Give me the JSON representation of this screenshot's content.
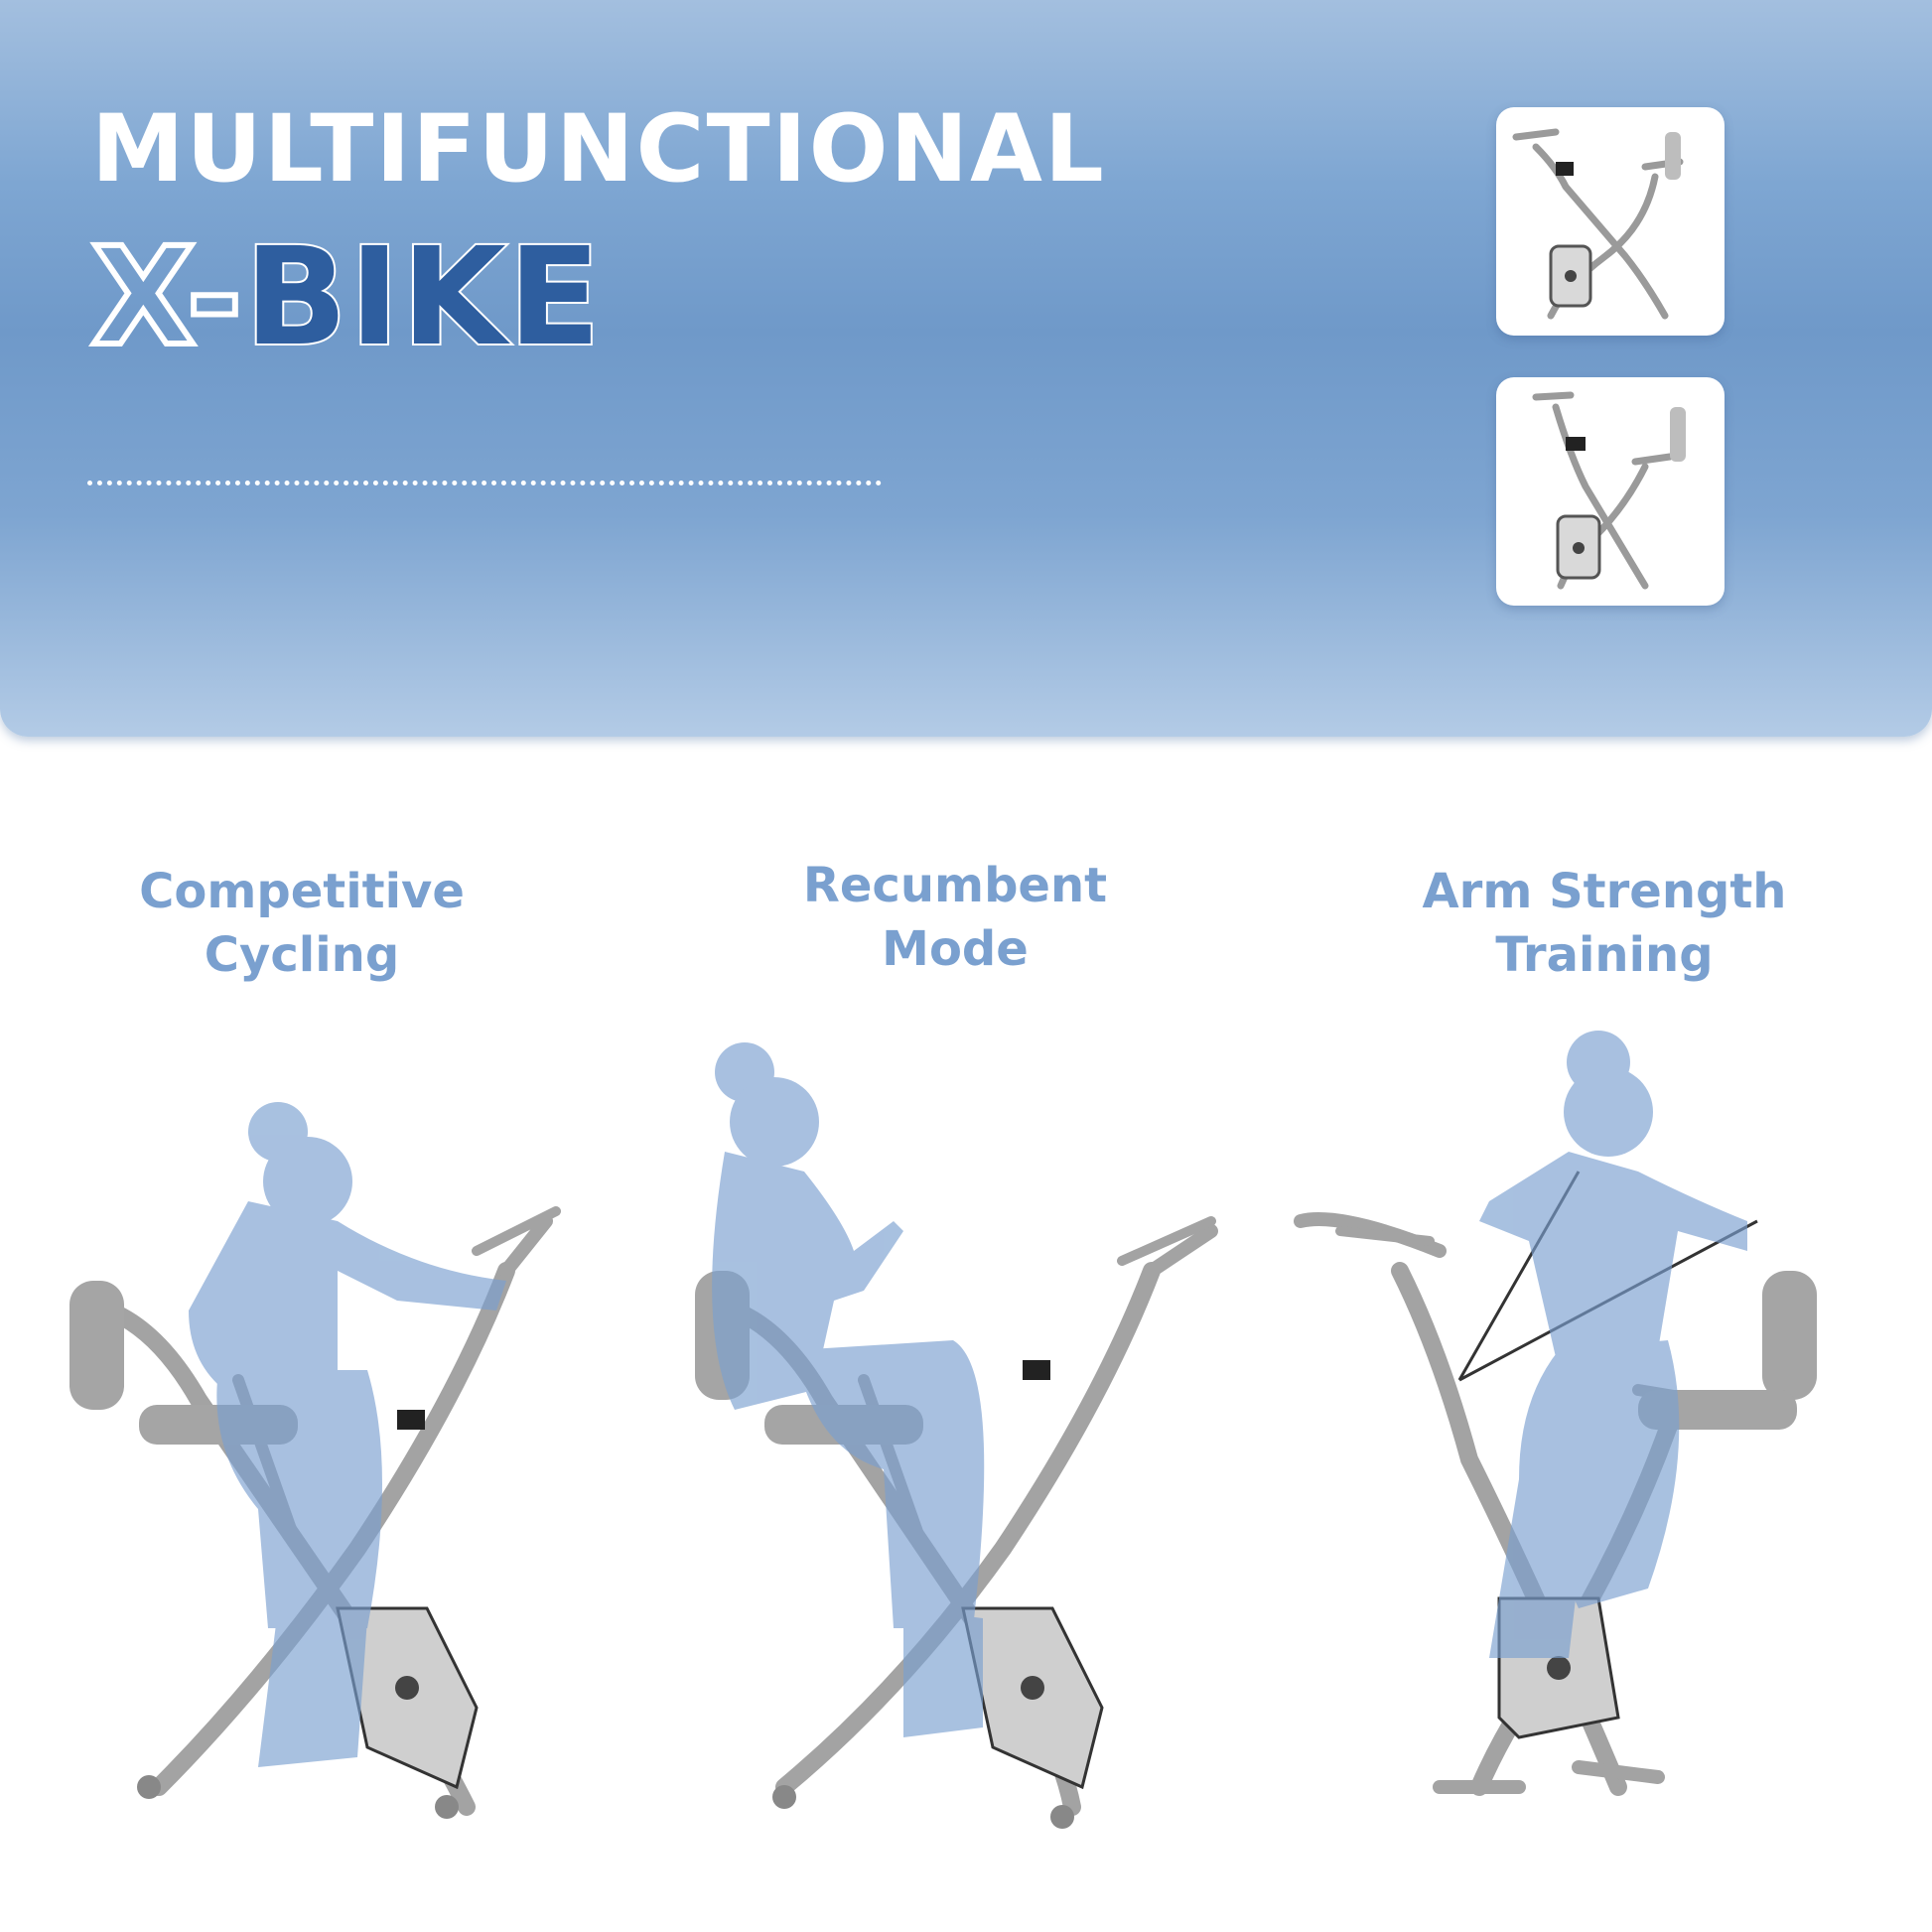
{
  "banner": {
    "title_line1": "MULTIFUNCTIONAL",
    "title_x": "X-",
    "title_bike": "BIKE",
    "background_color": "#7aa2d0",
    "accent_color": "#2e5e9f"
  },
  "thumbnails": [
    {
      "icon": "folded-x-bike-icon"
    },
    {
      "icon": "upright-x-bike-icon"
    }
  ],
  "modes": [
    {
      "line1": "Competitive",
      "line2": "Cycling",
      "icon": "cycling-illustration"
    },
    {
      "line1": "Recumbent",
      "line2": "Mode",
      "icon": "recumbent-illustration"
    },
    {
      "line1": "Arm Strength",
      "line2": "Training",
      "icon": "arm-training-illustration"
    }
  ],
  "label_color": "#7aa0cf"
}
